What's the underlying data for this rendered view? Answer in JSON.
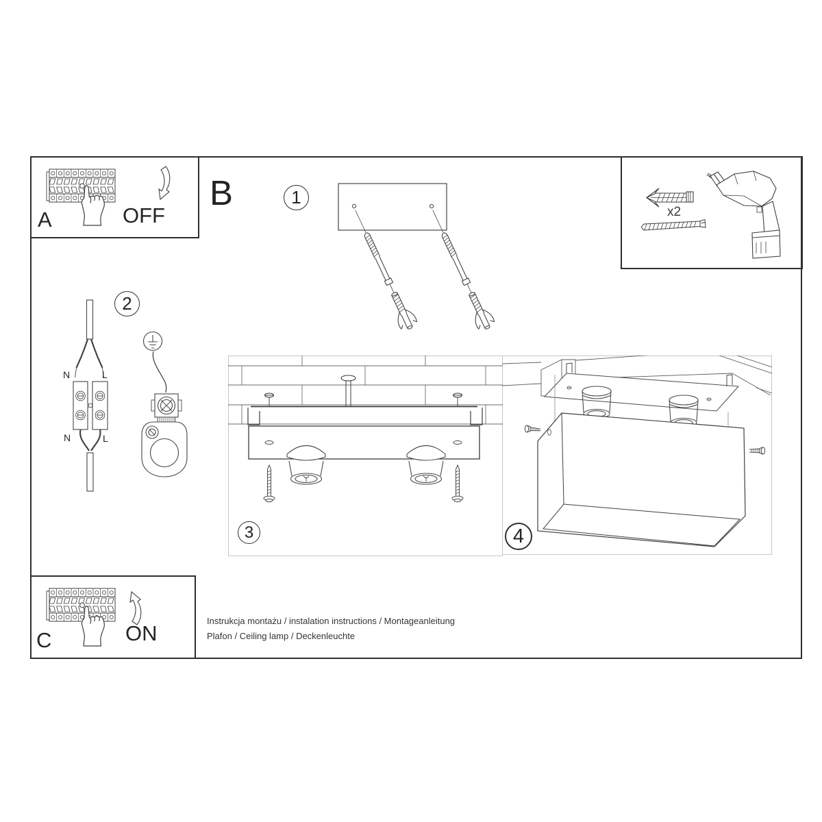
{
  "panel_a": {
    "label": "A",
    "state": "OFF"
  },
  "panel_c": {
    "label": "C",
    "state": "ON"
  },
  "section_b": {
    "label": "B"
  },
  "step_numbers": {
    "s1": "1",
    "s2": "2",
    "s3": "3",
    "s4": "4"
  },
  "hardware": {
    "quantity_label": "x2"
  },
  "wiring_labels": {
    "neutral_top": "N",
    "live_top": "L",
    "neutral_bottom": "N",
    "live_bottom": "L"
  },
  "footer": {
    "line1": "Instrukcja montażu / instalation instructions / Montageanleitung",
    "line2": "Plafon / Ceiling lamp / Deckenleuchte"
  },
  "colors": {
    "line": "#454545",
    "frame": "#2e2e2e",
    "light_frame": "#c6c6c6",
    "text": "#242424"
  }
}
